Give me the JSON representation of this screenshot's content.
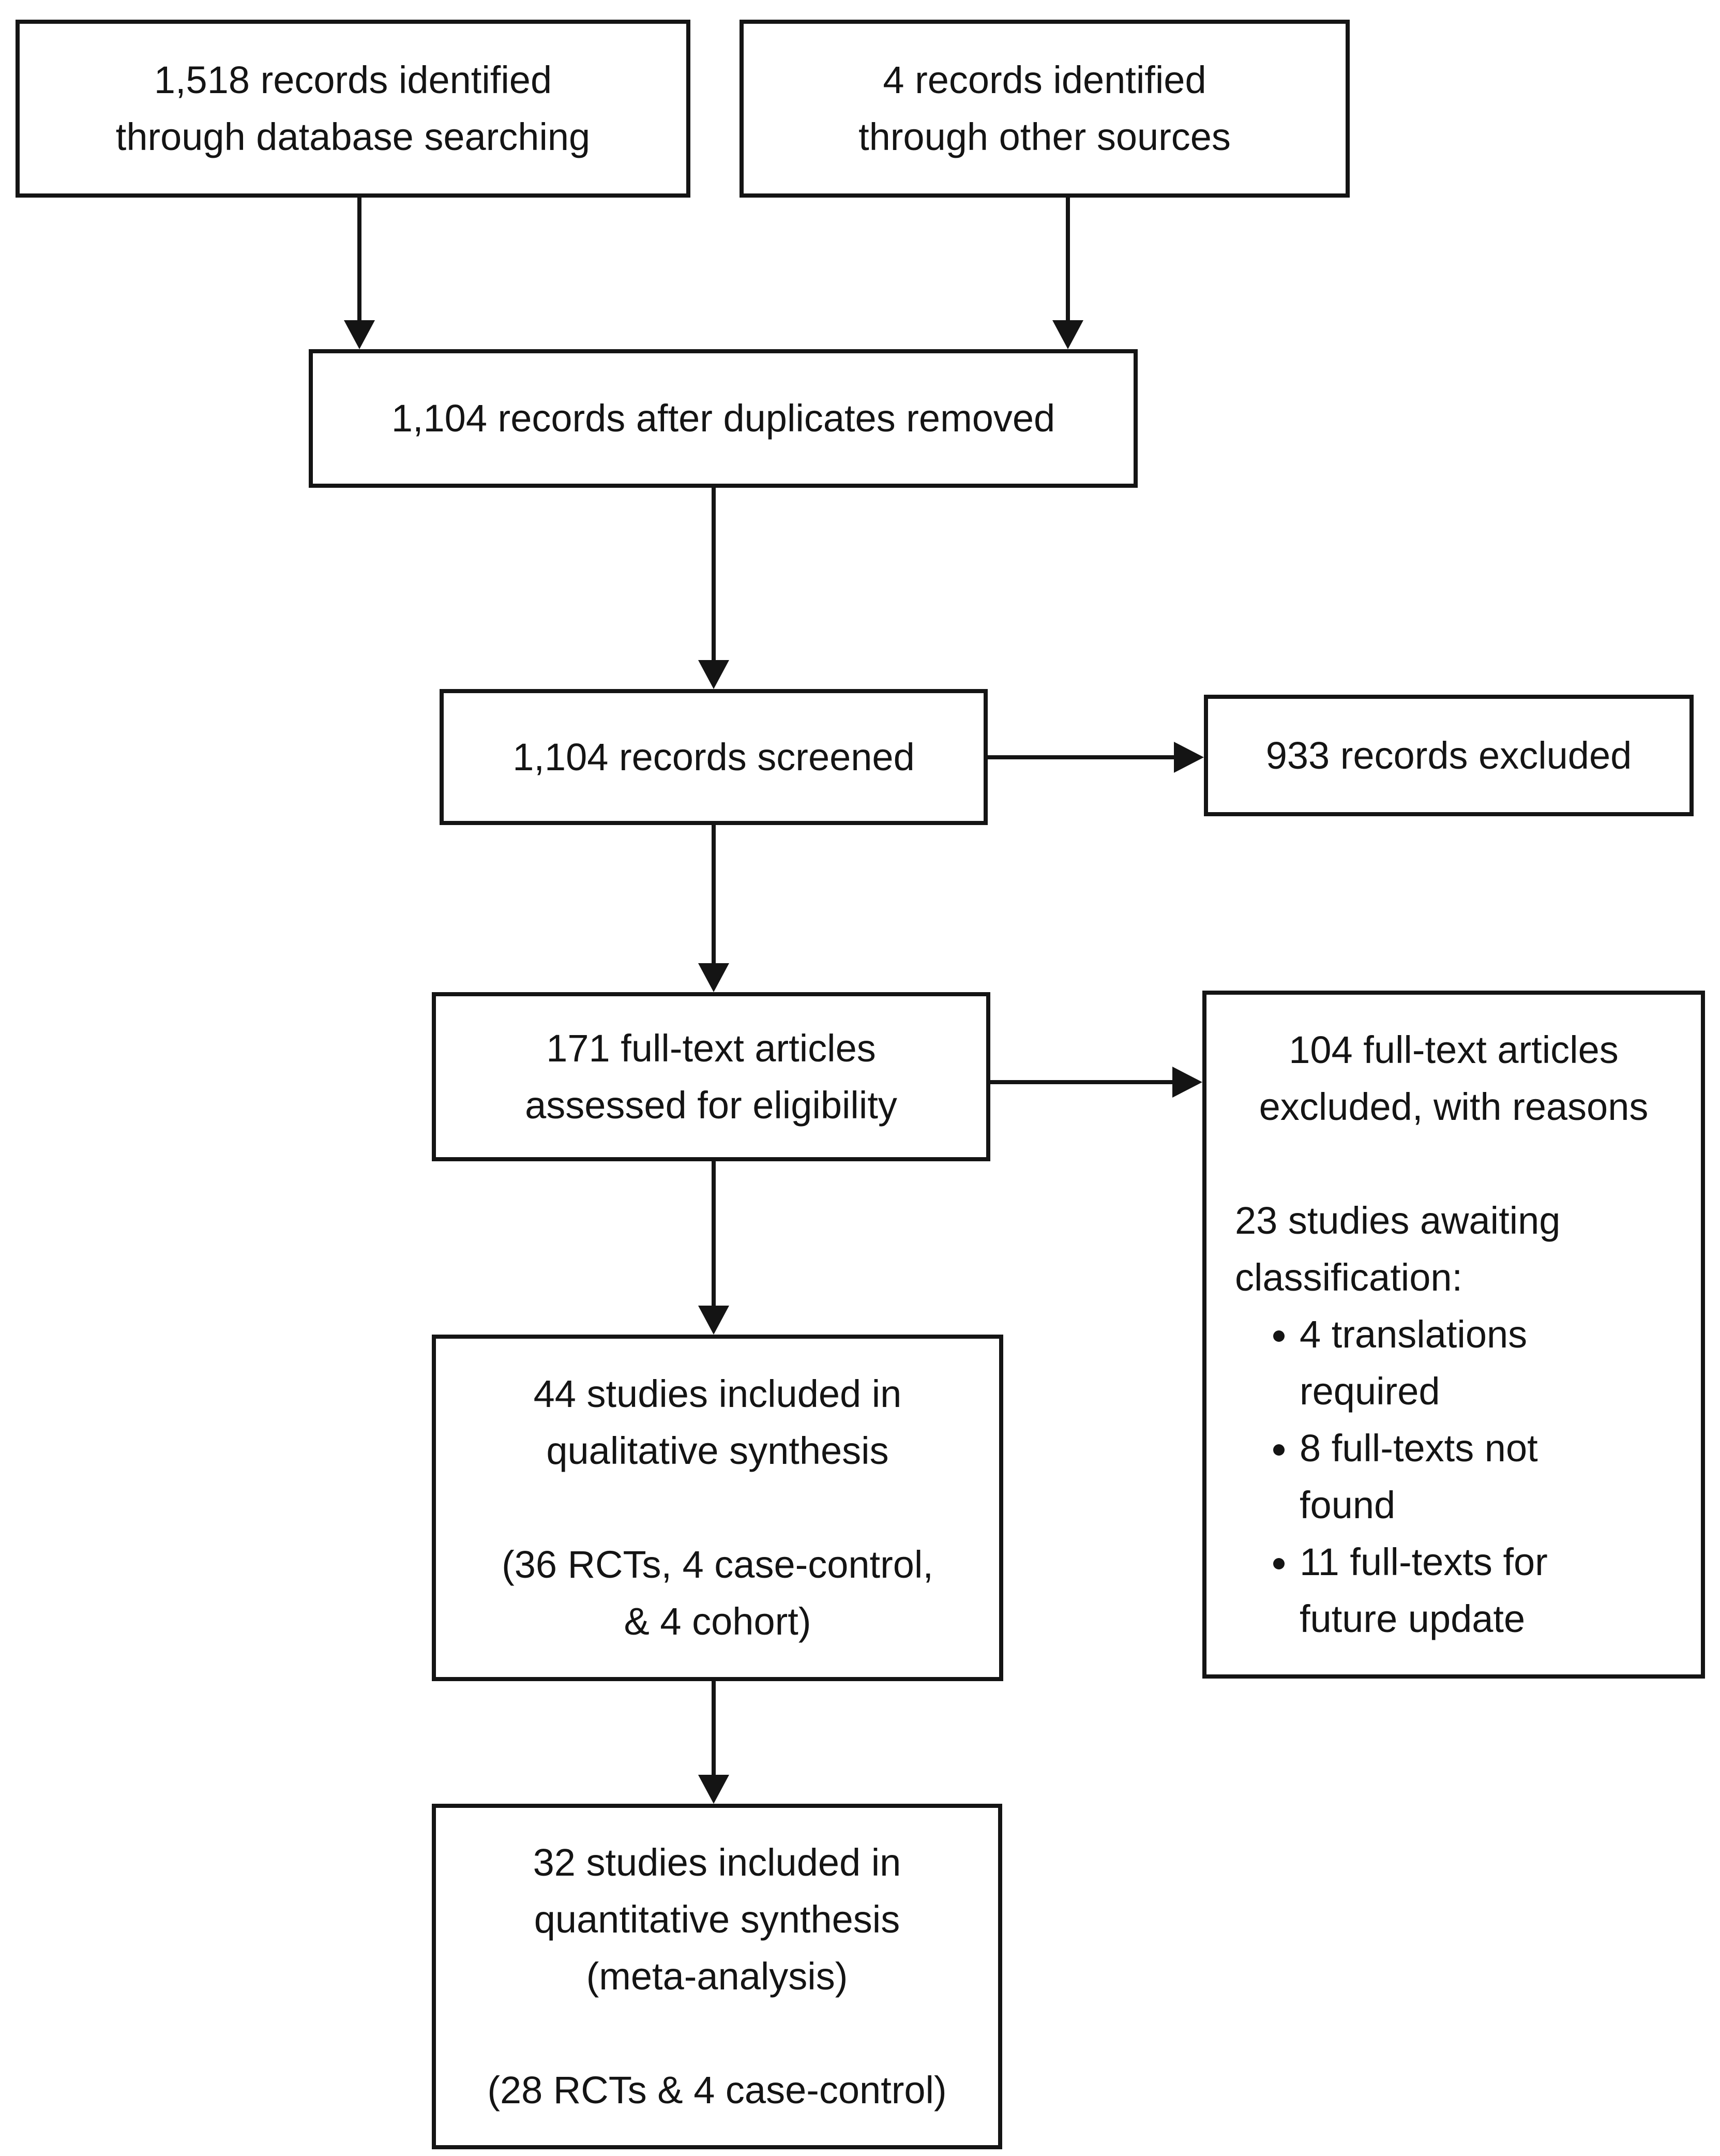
{
  "figure": {
    "type": "prisma-flow-diagram",
    "colors": {
      "ink": "#141414",
      "background": "#ffffff"
    },
    "boxes": {
      "identified_database": "1,518 records identified\nthrough database searching",
      "identified_other": "4 records identified\nthrough other sources",
      "after_duplicates": "1,104 records after duplicates removed",
      "screened": "1,104 records screened",
      "records_excluded": "933 records excluded",
      "fulltext_assessed": "171 full-text articles\nassessed for eligibility",
      "fulltext_excluded": {
        "intro": "104 full-text articles\nexcluded, with reasons",
        "awaiting_heading": "23 studies awaiting\nclassification:",
        "bullets": [
          "4 translations\nrequired",
          "8 full-texts not\nfound",
          "11 full-texts for\nfuture update"
        ]
      },
      "qualitative": "44 studies included in\nqualitative synthesis\n\n(36 RCTs, 4 case-control,\n& 4 cohort)",
      "quantitative": "32 studies included in\nquantitative synthesis\n(meta-analysis)\n\n(28 RCTs & 4 case-control)"
    }
  }
}
